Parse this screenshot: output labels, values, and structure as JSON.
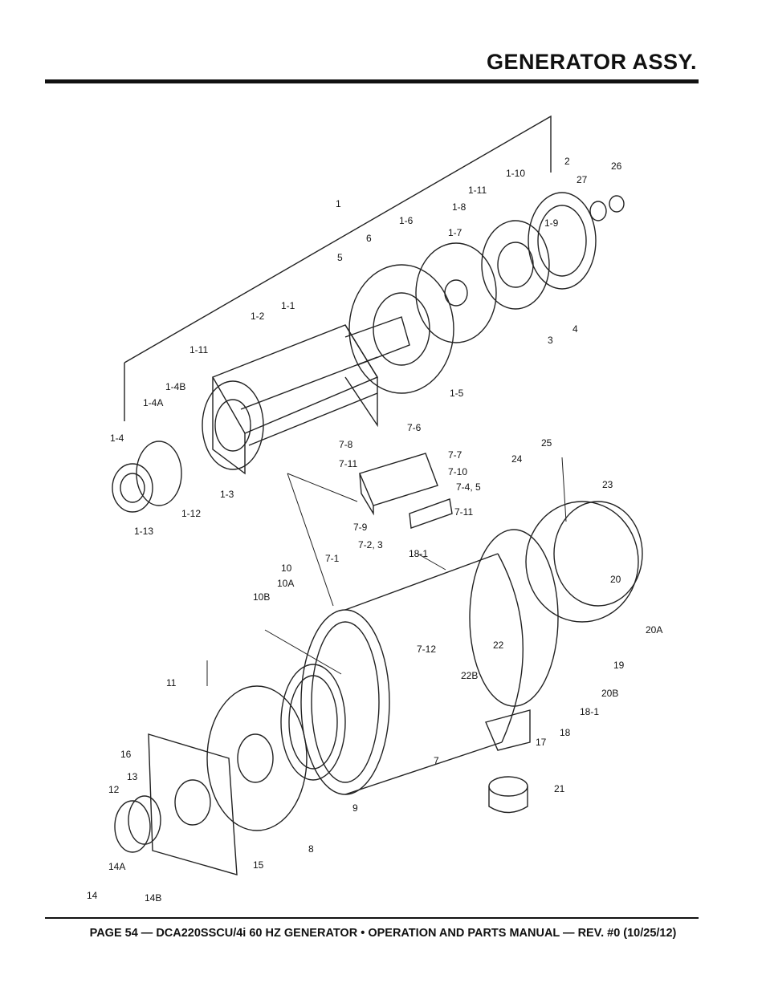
{
  "header": {
    "title": "GENERATOR ASSY."
  },
  "footer": {
    "text": "PAGE 54 — DCA220SSCU/4i 60 HZ GENERATOR • OPERATION AND PARTS MANUAL — REV. #0 (10/25/12)"
  },
  "callouts": {
    "c1": "1",
    "c1_1": "1-1",
    "c1_2": "1-2",
    "c1_3": "1-3",
    "c1_4": "1-4",
    "c1_4a": "1-4A",
    "c1_4b": "1-4B",
    "c1_5": "1-5",
    "c1_6": "1-6",
    "c1_7": "1-7",
    "c1_8": "1-8",
    "c1_9": "1-9",
    "c1_10": "1-10",
    "c1_11a": "1-11",
    "c1_11b": "1-11",
    "c1_12": "1-12",
    "c1_13": "1-13",
    "c2": "2",
    "c3": "3",
    "c4": "4",
    "c5": "5",
    "c6": "6",
    "c7": "7",
    "c7_1": "7-1",
    "c7_23": "7-2, 3",
    "c7_45": "7-4, 5",
    "c7_6": "7-6",
    "c7_7": "7-7",
    "c7_8": "7-8",
    "c7_9": "7-9",
    "c7_10": "7-10",
    "c7_11a": "7-11",
    "c7_11b": "7-11",
    "c7_12": "7-12",
    "c8": "8",
    "c9": "9",
    "c10": "10",
    "c10a": "10A",
    "c10b": "10B",
    "c11": "11",
    "c12": "12",
    "c13": "13",
    "c14": "14",
    "c14a": "14A",
    "c14b": "14B",
    "c15": "15",
    "c16": "16",
    "c17": "17",
    "c18": "18",
    "c18_1a": "18-1",
    "c18_1b": "18-1",
    "c19": "19",
    "c20": "20",
    "c20a": "20A",
    "c20b": "20B",
    "c21": "21",
    "c22": "22",
    "c22b": "22B",
    "c23": "23",
    "c24": "24",
    "c25": "25",
    "c26": "26",
    "c27": "27"
  }
}
